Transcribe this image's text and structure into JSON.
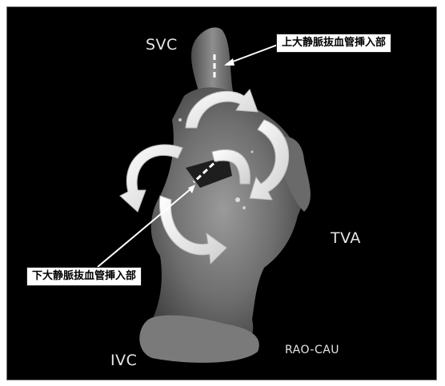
{
  "labels": {
    "svc": "SVC",
    "ivc": "IVC",
    "tva": "TVA",
    "view": "RAO-CAU"
  },
  "callouts": {
    "upper": "上大静脈抜血管挿入部",
    "lower": "下大静脈抜血管挿入部"
  },
  "colors": {
    "background": "#000000",
    "arrow_fill": "#ffffff",
    "callout_background": "#ffffff",
    "label_text": "#e6e6e6"
  }
}
